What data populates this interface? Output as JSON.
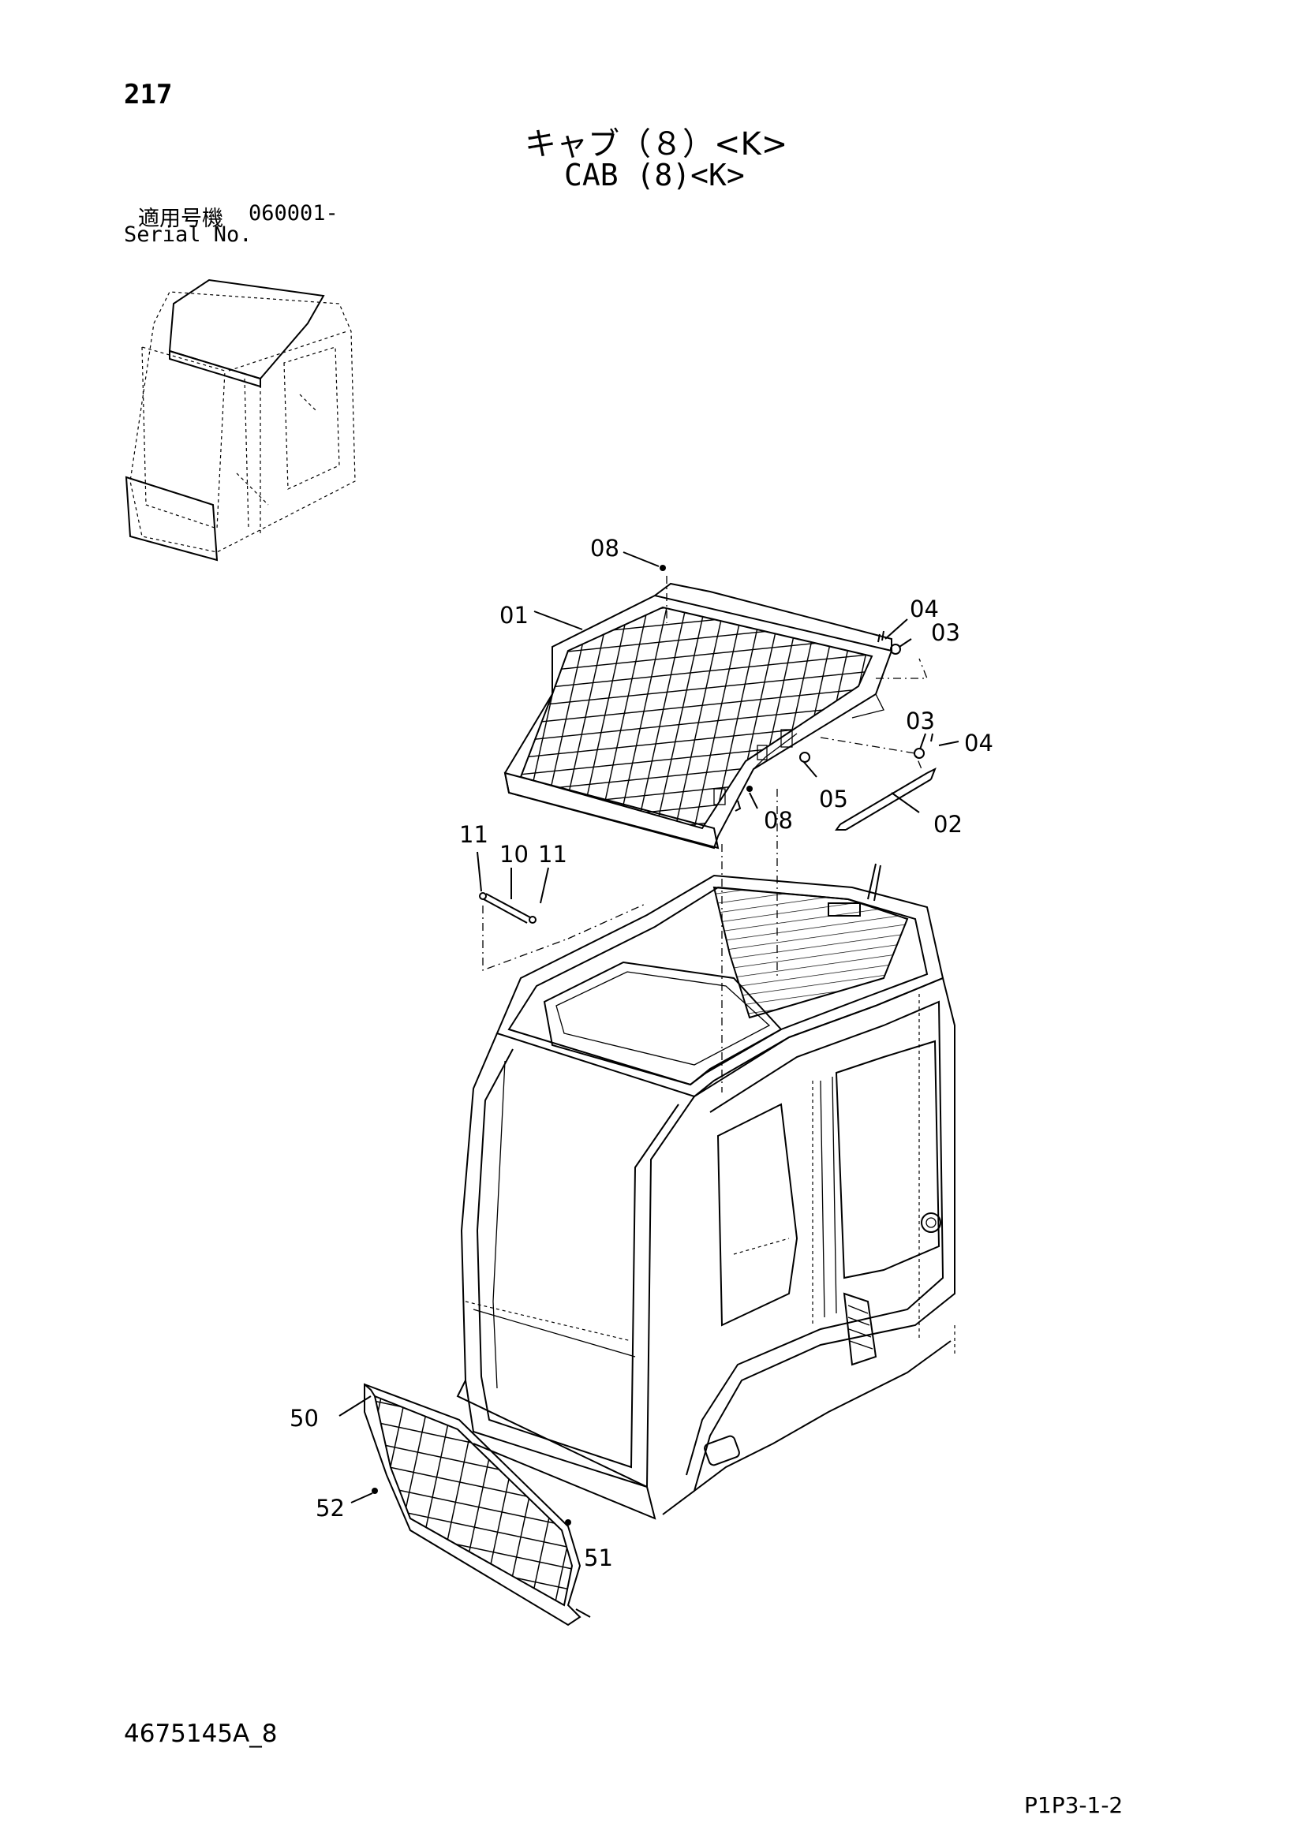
{
  "header": {
    "page_number": "217",
    "title_ja": "キャブ（８）<K>",
    "title_en": "CAB (8)<K>"
  },
  "serial": {
    "label_ja": "適用号機",
    "value": "060001-",
    "label_en": "Serial No."
  },
  "callouts": {
    "c01": "01",
    "c02": "02",
    "c03a": "03",
    "c03b": "03",
    "c04a": "04",
    "c04b": "04",
    "c05": "05",
    "c08a": "08",
    "c08b": "08",
    "c10": "10",
    "c11a": "11",
    "c11b": "11",
    "c50": "50",
    "c51": "51",
    "c52": "52"
  },
  "footer": {
    "doc_code": "4675145A_8",
    "page_code": "P1P3-1-2"
  }
}
